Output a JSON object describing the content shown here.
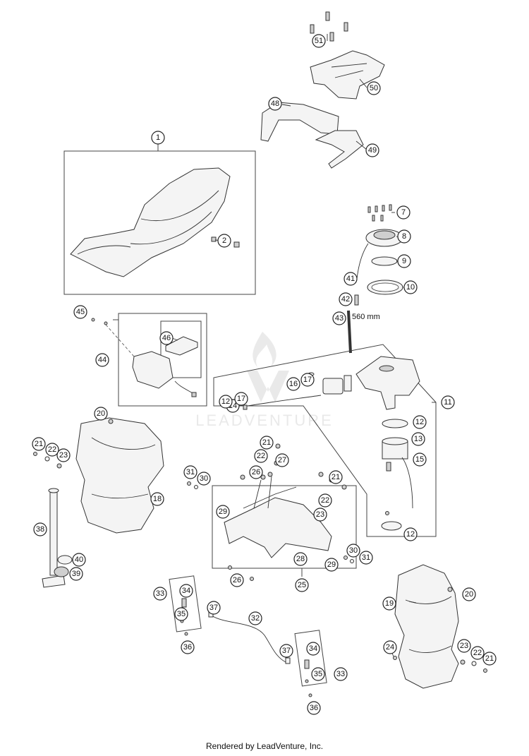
{
  "callouts": {
    "c1": "1",
    "c2": "2",
    "c7": "7",
    "c8": "8",
    "c9": "9",
    "c10": "10",
    "c11": "11",
    "c12a": "12",
    "c12b": "12",
    "c13": "13",
    "c14": "14",
    "c15": "15",
    "c16": "16",
    "c17a": "17",
    "c17b": "17",
    "c12c": "12",
    "c18": "18",
    "c19": "19",
    "c20a": "20",
    "c20b": "20",
    "c21a": "21",
    "c21b": "21",
    "c21c": "21",
    "c21d": "21",
    "c22a": "22",
    "c22b": "22",
    "c22c": "22",
    "c22d": "22",
    "c23a": "23",
    "c23b": "23",
    "c23c": "23",
    "c24": "24",
    "c25": "25",
    "c26a": "26",
    "c26b": "26",
    "c27": "27",
    "c28": "28",
    "c29a": "29",
    "c29b": "29",
    "c30a": "30",
    "c30b": "30",
    "c31a": "31",
    "c31b": "31",
    "c32": "32",
    "c33a": "33",
    "c33b": "33",
    "c34a": "34",
    "c34b": "34",
    "c35a": "35",
    "c35b": "35",
    "c36a": "36",
    "c36b": "36",
    "c37a": "37",
    "c37b": "37",
    "c38": "38",
    "c39": "39",
    "c40": "40",
    "c41": "41",
    "c42": "42",
    "c43": "43",
    "c44": "44",
    "c45": "45",
    "c46": "46",
    "c48": "48",
    "c49": "49",
    "c50": "50",
    "c51": "51"
  },
  "measurement_label": "560 mm",
  "watermark_text": "LEADVENTURE",
  "footer_text": "Rendered by LeadVenture, Inc."
}
